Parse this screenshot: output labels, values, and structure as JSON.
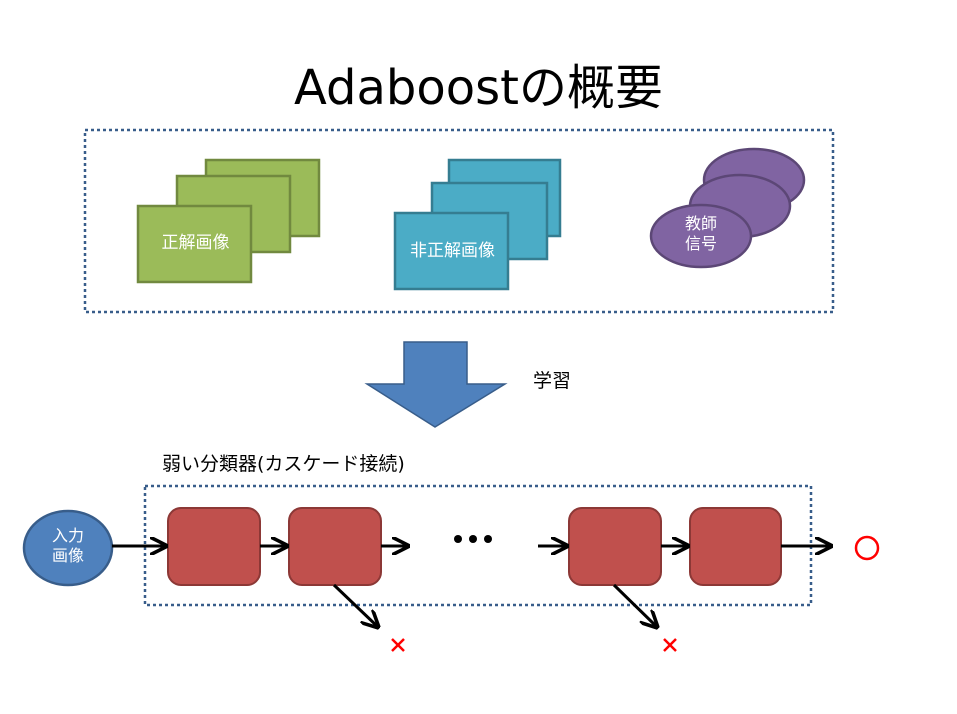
{
  "title": "Adaboostの概要",
  "inputs": {
    "positive": {
      "label": "正解画像",
      "color": "#9BBB59",
      "border": "#71893F"
    },
    "negative": {
      "label": "非正解画像",
      "color": "#4BACC6",
      "border": "#357D91"
    },
    "teacher": {
      "label_line1": "教師",
      "label_line2": "信号",
      "color": "#8064A2",
      "border": "#5C4776"
    }
  },
  "learning": {
    "label": "学習",
    "arrow_color": "#4F81BD"
  },
  "cascade": {
    "label": "弱い分類器(カスケード接続)",
    "input_node": {
      "label_line1": "入力",
      "label_line2": "画像",
      "color": "#4F81BD"
    },
    "classifier_color": "#C0504D",
    "classifier_border": "#8C3836",
    "ellipsis": "•••",
    "accept_symbol": "○",
    "reject_symbol": "×",
    "result_color": "#FF0000"
  },
  "frame_color": "#385D8A"
}
